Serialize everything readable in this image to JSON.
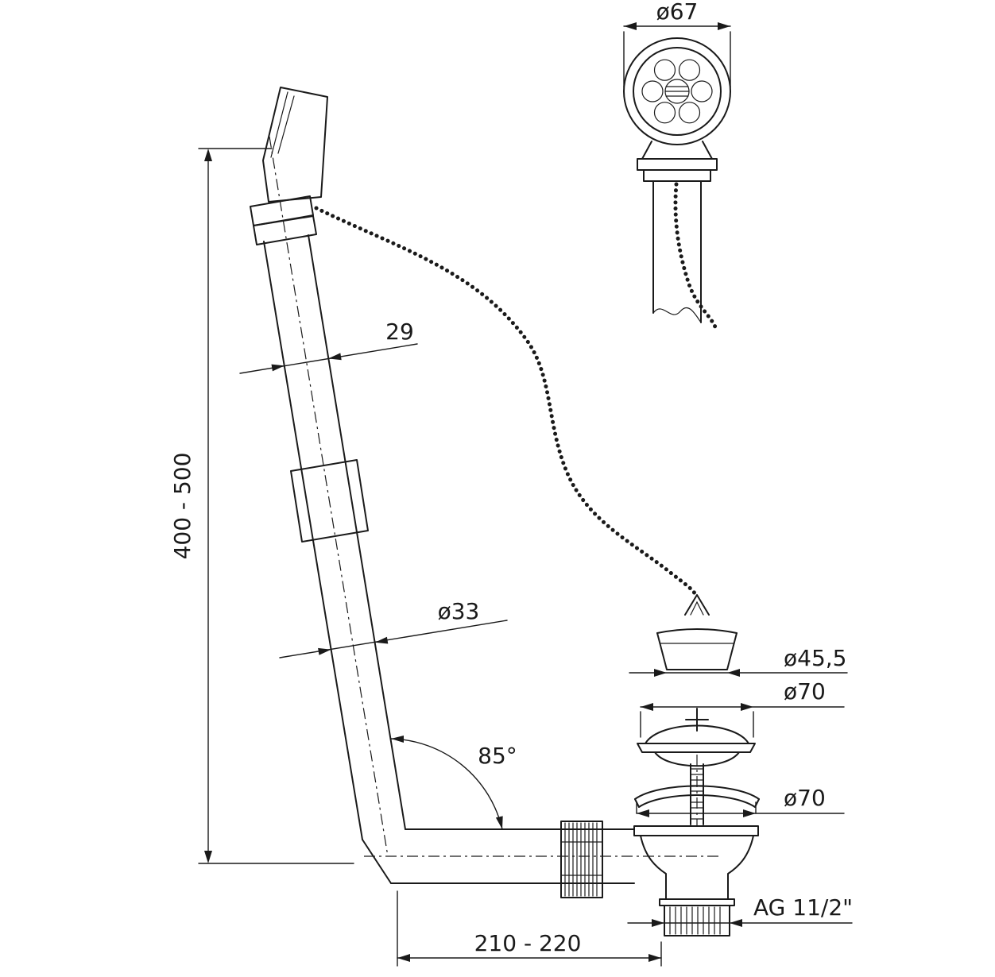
{
  "theme": {
    "ink": "#1a1a1a",
    "bg": "#ffffff"
  },
  "diagram": {
    "kind": "technical-drawing",
    "labels": {
      "strainer_top_diameter": "ø67",
      "overflow_pipe_diameter": "29",
      "overflow_height_range": "400 - 500",
      "waste_pipe_diameter": "ø33",
      "elbow_angle": "85°",
      "plug_diameter": "ø45,5",
      "strainer_diameter": "ø70",
      "washer_diameter": "ø70",
      "outlet_thread": "AG 11/2\"",
      "horizontal_length_range": "210 - 220"
    }
  }
}
